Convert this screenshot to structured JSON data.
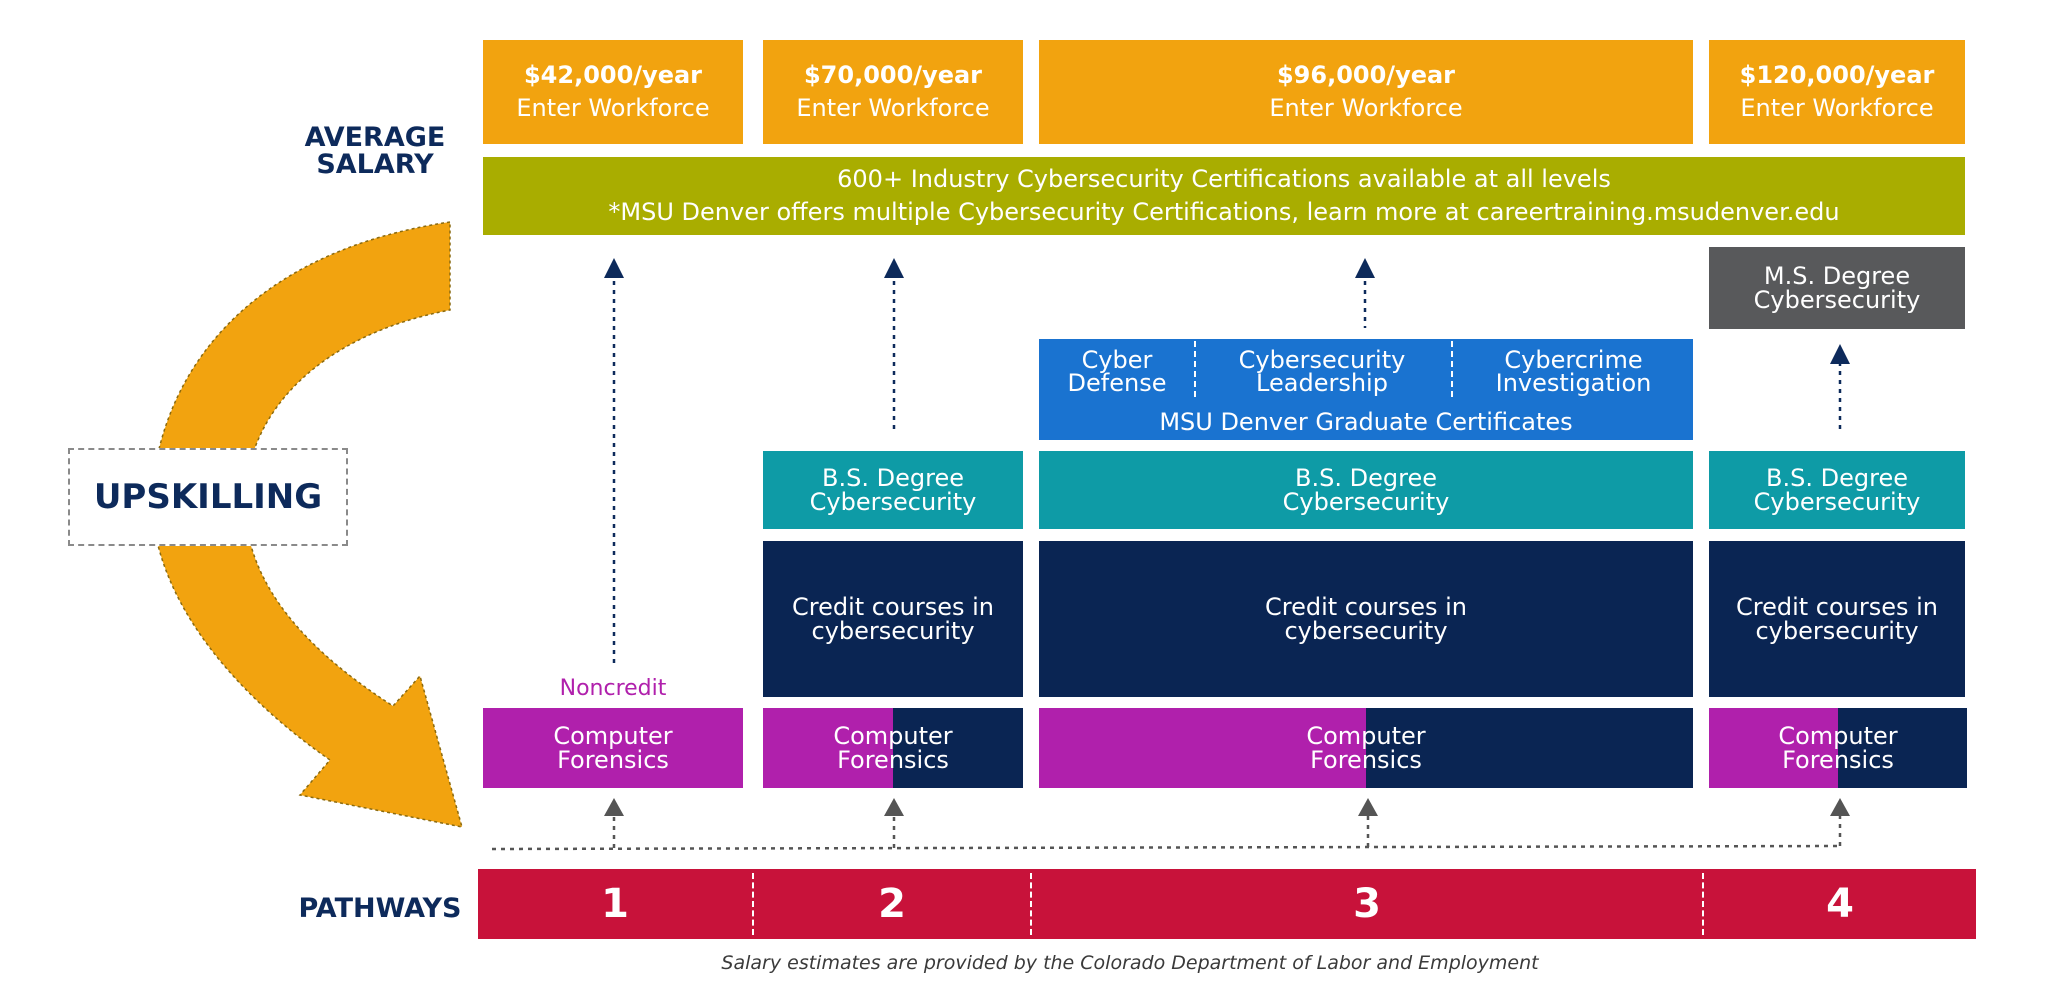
{
  "labels": {
    "average_salary": [
      "AVERAGE",
      "SALARY"
    ],
    "pathways": "PATHWAYS",
    "upskilling": "UPSKILLING",
    "noncredit": "Noncredit",
    "footnote": "Salary estimates are provided by the Colorado Department of Labor and Employment"
  },
  "salaries": [
    {
      "amount": "$42,000/year",
      "action": "Enter Workforce"
    },
    {
      "amount": "$70,000/year",
      "action": "Enter Workforce"
    },
    {
      "amount": "$96,000/year",
      "action": "Enter Workforce"
    },
    {
      "amount": "$120,000/year",
      "action": "Enter Workforce"
    }
  ],
  "certifications": {
    "line1": "600+ Industry Cybersecurity Certifications available at all levels",
    "line2": "*MSU Denver offers multiple Cybersecurity Certifications, learn more at careertraining.msudenver.edu"
  },
  "ms_degree": {
    "line1": "M.S. Degree",
    "line2": "Cybersecurity"
  },
  "graduate_certificates": {
    "items": [
      {
        "line1": "Cyber",
        "line2": "Defense"
      },
      {
        "line1": "Cybersecurity",
        "line2": "Leadership"
      },
      {
        "line1": "Cybercrime",
        "line2": "Investigation"
      }
    ],
    "footer": "MSU Denver Graduate Certificates"
  },
  "bs_degree": {
    "line1": "B.S. Degree",
    "line2": "Cybersecurity"
  },
  "credit_courses": {
    "line1": "Credit courses in",
    "line2": "cybersecurity"
  },
  "computer_forensics": {
    "line1": "Computer",
    "line2": "Forensics"
  },
  "pathways": [
    "1",
    "2",
    "3",
    "4"
  ],
  "colors": {
    "salary": "#f2a30f",
    "certifications": "#a9ad00",
    "ms_degree": "#58595b",
    "graduate_certificates": "#1a73d0",
    "bs_degree": "#0e9ba6",
    "credit_courses": "#0a2553",
    "computer_forensics": "#b020ac",
    "pathways_bar": "#c8123a",
    "upskilling_arrow": "#f2a30f",
    "navy_text": "#0d2a5b"
  }
}
